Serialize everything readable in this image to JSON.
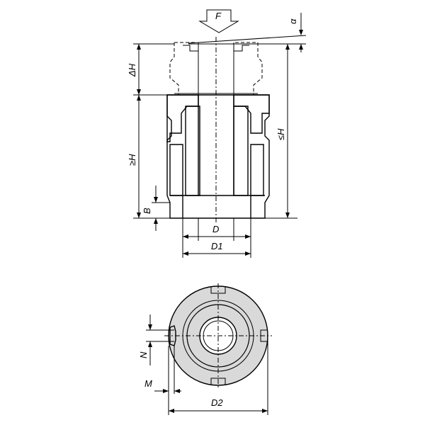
{
  "labels": {
    "force": "F",
    "angle": "α",
    "delta_h": "ΔH",
    "min_h": "≥H",
    "max_h": "≤H",
    "b": "B",
    "d": "D",
    "d1": "D1",
    "n": "N",
    "m": "M",
    "d2": "D2"
  },
  "colors": {
    "line": "#000000",
    "section_fill": "#d9d9d9",
    "hatch": "#000000",
    "background": "#ffffff"
  },
  "icons": {
    "force_arrow": "down-arrow-icon"
  }
}
